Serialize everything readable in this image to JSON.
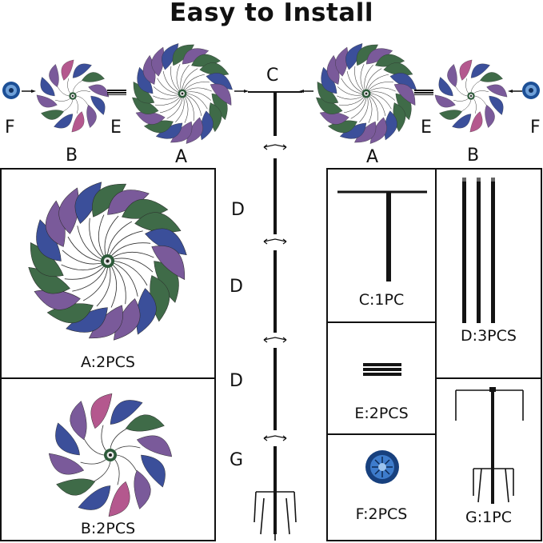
{
  "title": "Easy to Install",
  "labels": {
    "f_left": "F",
    "e_left": "E",
    "b_left": "B",
    "a_left": "A",
    "c": "C",
    "a_right": "A",
    "e_right": "E",
    "f_right": "F",
    "b_right": "B",
    "d1": "D",
    "d2": "D",
    "d3": "D",
    "g": "G"
  },
  "parts": {
    "a": "A:2PCS",
    "b": "B:2PCS",
    "c": "C:1PC",
    "d": "D:3PCS",
    "e": "E:2PCS",
    "f": "F:2PCS",
    "g": "G:1PC"
  },
  "colors": {
    "blade_green": "#3f6b48",
    "blade_blue": "#3b4f9a",
    "blade_purple": "#7a5a9a",
    "blade_pink": "#b4588e",
    "pole": "#141414",
    "hub_blue": "#1f58a8"
  },
  "icons": [
    "spinner-large-icon",
    "spinner-small-icon",
    "finial-icon",
    "connector-icon",
    "t-bracket-icon",
    "pole-icon",
    "stake-icon",
    "arrow-icon"
  ]
}
